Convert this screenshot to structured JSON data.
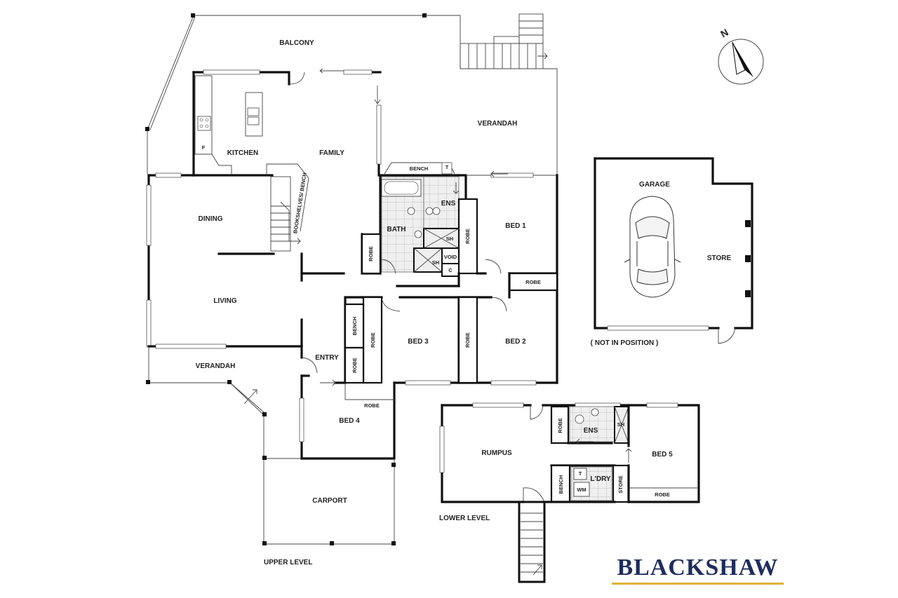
{
  "rooms": {
    "balcony": "BALCONY",
    "verandah_top": "VERANDAH",
    "kitchen": "KITCHEN",
    "family": "FAMILY",
    "dining": "DINING",
    "living": "LIVING",
    "bath": "BATH",
    "ens_upper": "ENS",
    "bed1": "BED 1",
    "bed2": "BED 2",
    "bed3": "BED 3",
    "bed4": "BED 4",
    "bed5": "BED 5",
    "entry": "ENTRY",
    "verandah_bottom": "VERANDAH",
    "carport": "CARPORT",
    "garage": "GARAGE",
    "store": "STORE",
    "rumpus": "RUMPUS",
    "ens_lower": "ENS",
    "laundry": "L'DRY"
  },
  "fixtures": {
    "bench_top": "BENCH",
    "toilet_top": "T",
    "sh_ens": "SH",
    "sh_bath": "SH",
    "void": "VOID",
    "cupboard": "C",
    "robe_bed1_side": "ROBE",
    "robe_bed1_bottom": "ROBE",
    "robe_hall": "ROBE",
    "robe_bed3": "ROBE",
    "robe_bed2": "ROBE",
    "robe_entry": "ROBE",
    "bench_entry": "BENCH",
    "robe_bed4": "ROBE",
    "bookshelves": "BOOKSHELVES/ BENCH",
    "fridge": "F",
    "robe_rumpus": "ROBE",
    "sh_lower": "SH",
    "toilet_lower": "T",
    "wm": "WM",
    "bench_lower": "BENCH",
    "store_lower": "STORE",
    "robe_bed5": "ROBE"
  },
  "notes": {
    "not_in_position": "( NOT IN POSITION )",
    "upper_level": "UPPER LEVEL",
    "lower_level": "LOWER LEVEL"
  },
  "compass": {
    "label": "N"
  },
  "brand": {
    "name": "BLACKSHAW",
    "color": "#1f2d5c",
    "accent": "#e0b23a"
  }
}
